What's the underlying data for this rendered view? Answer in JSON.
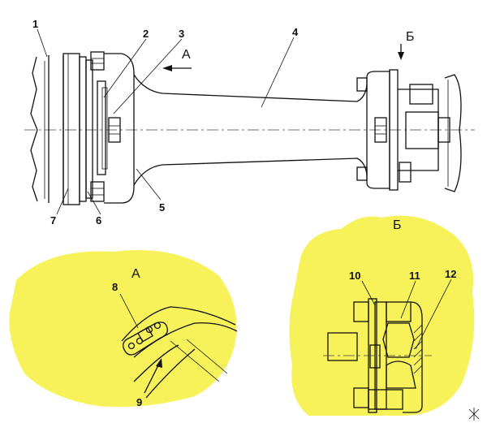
{
  "diagram": {
    "main_view_labels": [
      "1",
      "2",
      "3",
      "4",
      "5",
      "6",
      "7"
    ],
    "view_a_marker": "А",
    "view_b_marker": "Б",
    "detail_a": {
      "title": "А",
      "labels": [
        "8",
        "9"
      ]
    },
    "detail_b": {
      "title": "Б",
      "labels": [
        "10",
        "11",
        "12"
      ]
    },
    "colors": {
      "highlight": "#f7f25a",
      "ink": "#111111"
    }
  }
}
